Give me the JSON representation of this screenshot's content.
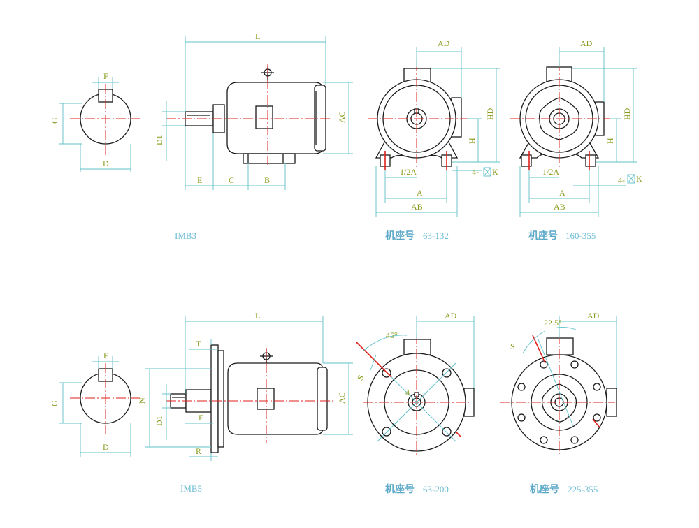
{
  "labels": {
    "F": "F",
    "G": "G",
    "D": "D",
    "L": "L",
    "AC": "AC",
    "D1": "D1",
    "E": "E",
    "C": "C",
    "B": "B",
    "AD": "AD",
    "HD": "HD",
    "H": "H",
    "half_A": "1/2A",
    "A": "A",
    "AB": "AB",
    "K4": "4-",
    "K": "K",
    "T": "T",
    "N": "N",
    "R": "R",
    "S": "S",
    "deg45": "45°",
    "deg22": "22.5°",
    "four": "4"
  },
  "captions": {
    "imb3": "IMB3",
    "imb5": "IMB5",
    "frame_prefix": "机座号",
    "range1": "63-132",
    "range2": "160-355",
    "range3": "63-200",
    "range4": "225-355"
  },
  "colors": {
    "outline": "#1a1a1a",
    "dimension": "#5cc0c8",
    "centerline": "#e0201c",
    "label": "#8a9a1c",
    "caption": "#6cbcd4"
  }
}
